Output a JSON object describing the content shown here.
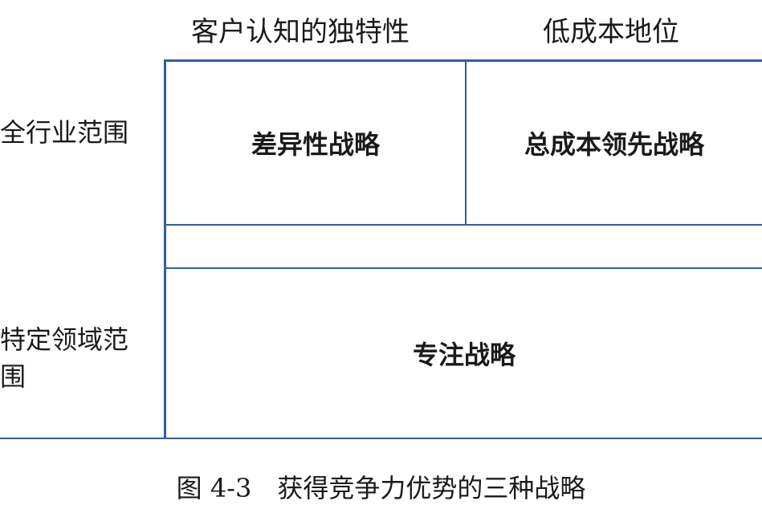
{
  "column_headers": [
    "客户认知的独特性",
    "低成本地位"
  ],
  "row_headers": [
    "全行业范围",
    "特定领域范围"
  ],
  "cells": {
    "differentiation": "差异性战略",
    "cost_leadership": "总成本领先战略",
    "focus": "专注战略"
  },
  "caption": "图 4-3　获得竞争力优势的三种战略",
  "line_color": "#2f5f9a"
}
